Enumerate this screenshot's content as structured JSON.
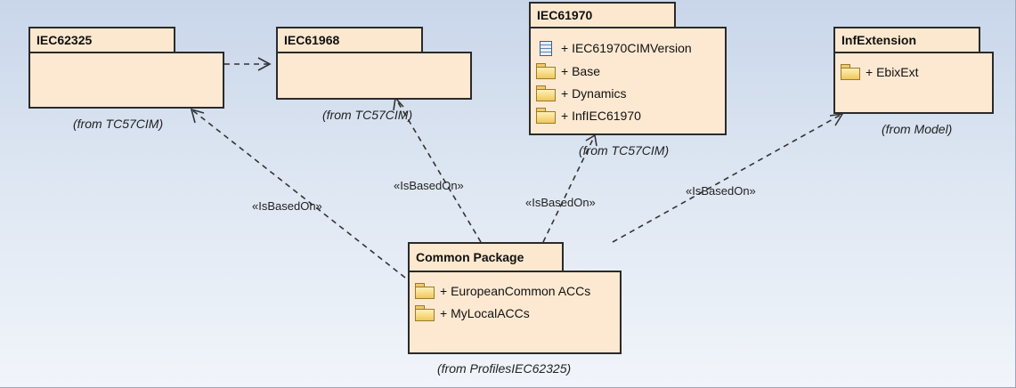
{
  "packages": {
    "iec62325": {
      "name": "IEC62325",
      "from": "(from TC57CIM)"
    },
    "iec61968": {
      "name": "IEC61968",
      "from": "(from TC57CIM)"
    },
    "iec61970": {
      "name": "IEC61970",
      "items": [
        {
          "label": "+ IEC61970CIMVersion",
          "icon": "class-icon"
        },
        {
          "label": "+ Base",
          "icon": "folder-icon"
        },
        {
          "label": "+ Dynamics",
          "icon": "folder-icon"
        },
        {
          "label": "+ InfIEC61970",
          "icon": "folder-icon"
        }
      ],
      "from": "(from TC57CIM)"
    },
    "infextension": {
      "name": "InfExtension",
      "items": [
        {
          "label": "+ EbixExt",
          "icon": "folder-icon"
        }
      ],
      "from": "(from Model)"
    },
    "common": {
      "name": "Common Package",
      "items": [
        {
          "label": "+ EuropeanCommon ACCs",
          "icon": "folder-icon"
        },
        {
          "label": "+ MyLocalACCs",
          "icon": "folder-icon"
        }
      ],
      "from": "(from ProfilesIEC62325)"
    }
  },
  "relations": {
    "to_iec62325": "«IsBasedOn»",
    "to_iec61968": "«IsBasedOn»",
    "to_iec61970": "«IsBasedOn»",
    "to_infextension": "«IsBasedOn»"
  },
  "colors": {
    "package_fill": "#fde9d2",
    "tab_fill": "#fbe8cf",
    "border": "#2a2a2a",
    "line": "#333333"
  }
}
